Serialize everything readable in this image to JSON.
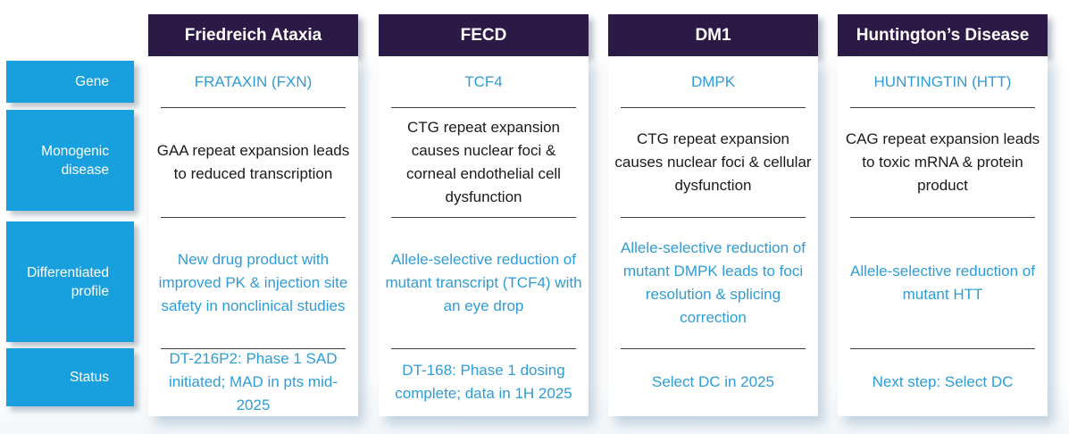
{
  "palette": {
    "header_purple": "#2b1a46",
    "sidebar_blue": "#189fdd",
    "accent_blue_text": "#2e9cd6",
    "body_text": "#1a1a1a",
    "divider": "#3d3d3d",
    "card_bg": "#ffffff"
  },
  "sidebar": {
    "rows": [
      {
        "label": "Gene"
      },
      {
        "label": "Monogenic disease"
      },
      {
        "label": "Differentiated profile"
      },
      {
        "label": "Status"
      }
    ]
  },
  "columns": [
    {
      "title": "Friedreich Ataxia",
      "gene": "FRATAXIN (FXN)",
      "monogenic": "GAA repeat expansion leads to reduced transcription",
      "differentiated": "New drug product with improved PK & injection site safety in nonclinical studies",
      "status": "DT-216P2: Phase 1 SAD initiated; MAD in pts mid-2025"
    },
    {
      "title": "FECD",
      "gene": "TCF4",
      "monogenic": "CTG repeat expansion causes nuclear foci & corneal endothelial cell dysfunction",
      "differentiated": "Allele-selective reduction of mutant transcript (TCF4) with an eye drop",
      "status": "DT-168: Phase 1 dosing complete; data in 1H 2025"
    },
    {
      "title": "DM1",
      "gene": "DMPK",
      "monogenic": "CTG repeat expansion causes nuclear foci & cellular dysfunction",
      "differentiated": "Allele-selective reduction of mutant DMPK leads to foci resolution & splicing correction",
      "status": "Select DC in 2025"
    },
    {
      "title": "Huntington’s Disease",
      "gene": "HUNTINGTIN (HTT)",
      "monogenic": "CAG repeat expansion leads to toxic mRNA & protein product",
      "differentiated": "Allele-selective reduction of mutant HTT",
      "status": "Next step: Select DC"
    }
  ]
}
